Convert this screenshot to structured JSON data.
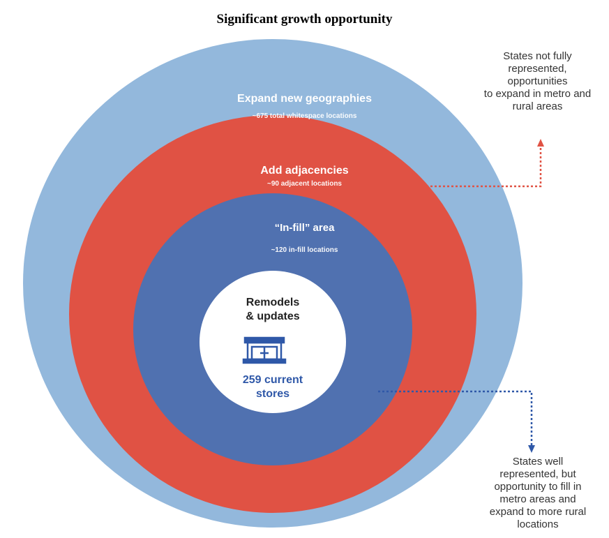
{
  "title": "Significant growth opportunity",
  "rings": {
    "outer": {
      "title": "Expand new geographies",
      "subtitle": "~675 total whitespace locations",
      "color": "#93b8dc"
    },
    "middle": {
      "title": "Add adjacencies",
      "subtitle": "~90 adjacent locations",
      "color": "#e05244"
    },
    "inner": {
      "title": "“In-fill” area",
      "subtitle": "~120 in-fill locations",
      "color": "#5071b0"
    },
    "core": {
      "title_line1": "Remodels",
      "title_line2": "& updates",
      "count_line1": "259 current",
      "count_line2": "stores",
      "icon": "store-icon",
      "color": "#ffffff"
    }
  },
  "callouts": {
    "top": {
      "line1": "States not fully",
      "line2": "represented,",
      "line3": "opportunities",
      "line4": "to expand in metro and",
      "line5": "rural areas",
      "color": "#e05244"
    },
    "bottom": {
      "line1": "States well",
      "line2": "represented, but",
      "line3": "opportunity to fill in",
      "line4": "metro areas and",
      "line5": "expand to more rural",
      "line6": "locations",
      "color": "#2f58a8"
    }
  }
}
